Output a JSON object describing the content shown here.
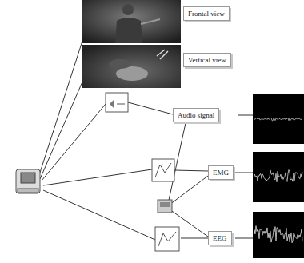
{
  "diagram": {
    "nodes": [
      {
        "text": [
          "Frontal view"
        ]
      },
      {
        "text": [
          "Vertical view"
        ]
      },
      {
        "text": [
          "Audio signal"
        ]
      },
      {
        "text": [
          "EMG"
        ]
      },
      {
        "text": [
          "EEG"
        ]
      }
    ]
  }
}
